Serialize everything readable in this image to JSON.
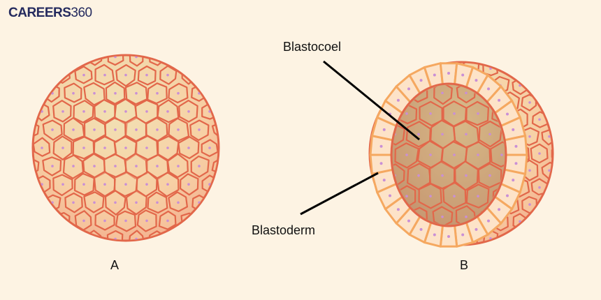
{
  "logo": {
    "bold": "CAREERS",
    "light": "360"
  },
  "labels": {
    "blastocoel": "Blastocoel",
    "blastoderm": "Blastoderm",
    "panel_a": "A",
    "panel_b": "B"
  },
  "colors": {
    "background": "#fdf3e3",
    "cell_stroke": "#e2674a",
    "cell_fill": "#f6c9a0",
    "nucleus": "#c98fd6"
  }
}
